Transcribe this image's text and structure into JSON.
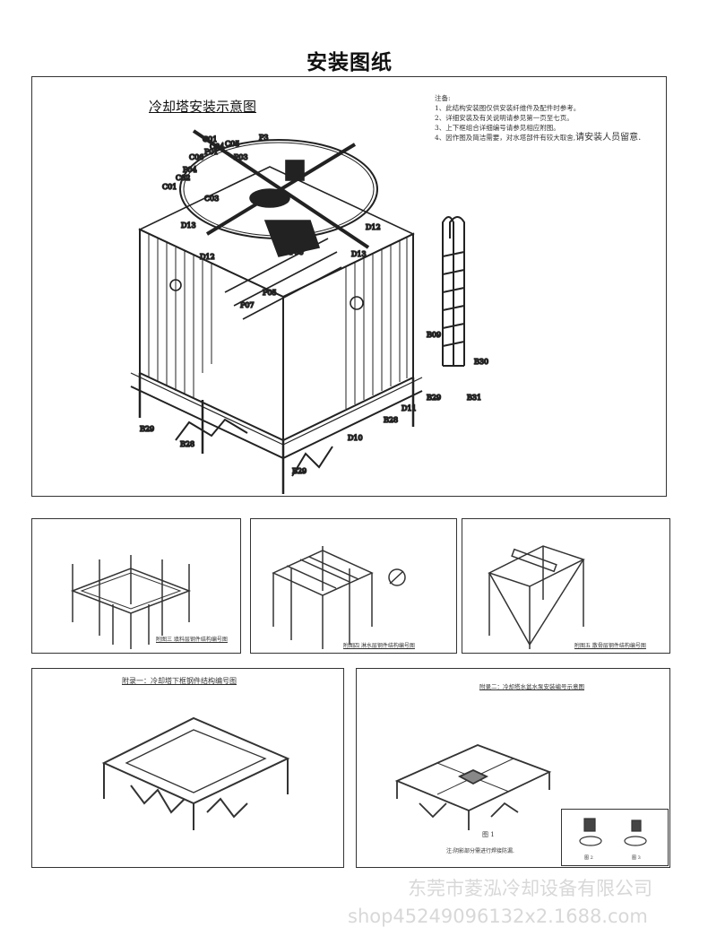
{
  "page_title": "安装图纸",
  "main_drawing": {
    "title": "冷却塔安装示意图",
    "notes": {
      "heading": "注备:",
      "items": [
        "1、此结构安装图仅供安装纤维件及配件时参考。",
        "2、详细安装及有关说明请参见第一页至七页。",
        "3、上下框组合详细编号请参见相应附图。",
        "4、因作图及简洁需要，对水塔部件有较大取舍,"
      ],
      "emphasis": "请安装人员留意."
    },
    "labels_black": [
      "C01",
      "P3",
      "C05",
      "C04",
      "P01",
      "C06",
      "P03",
      "P04",
      "C02",
      "C01",
      "C03",
      "D13",
      "D12",
      "D13",
      "D12",
      "P04",
      "P06",
      "P05",
      "P07",
      "B09",
      "B29",
      "B28"
    ],
    "labels_red": [
      "B30",
      "B31",
      "B29",
      "B28",
      "D11",
      "D10",
      "B29"
    ]
  },
  "appendix_panels": [
    {
      "caption": "附图三 填料层钢件结构编号图"
    },
    {
      "caption": "附图四 淋水层钢件结构编号图"
    },
    {
      "caption": "附图五 散骨层钢件结构编号图"
    }
  ],
  "bottom_panels": [
    {
      "caption": "附录一：冷却塔下框钢件结构编号图"
    },
    {
      "caption": "附录二：冷却塔水盆水泵安装编号示意图",
      "figure_label": "图 1",
      "note": "注:阴影部分需进行焊接防漏.",
      "inset_labels": [
        "图 2",
        "图 3"
      ]
    }
  ],
  "watermark": {
    "company": "东莞市菱泓冷却设备有限公司",
    "shop": "shop45249096132x2.1688.com"
  }
}
